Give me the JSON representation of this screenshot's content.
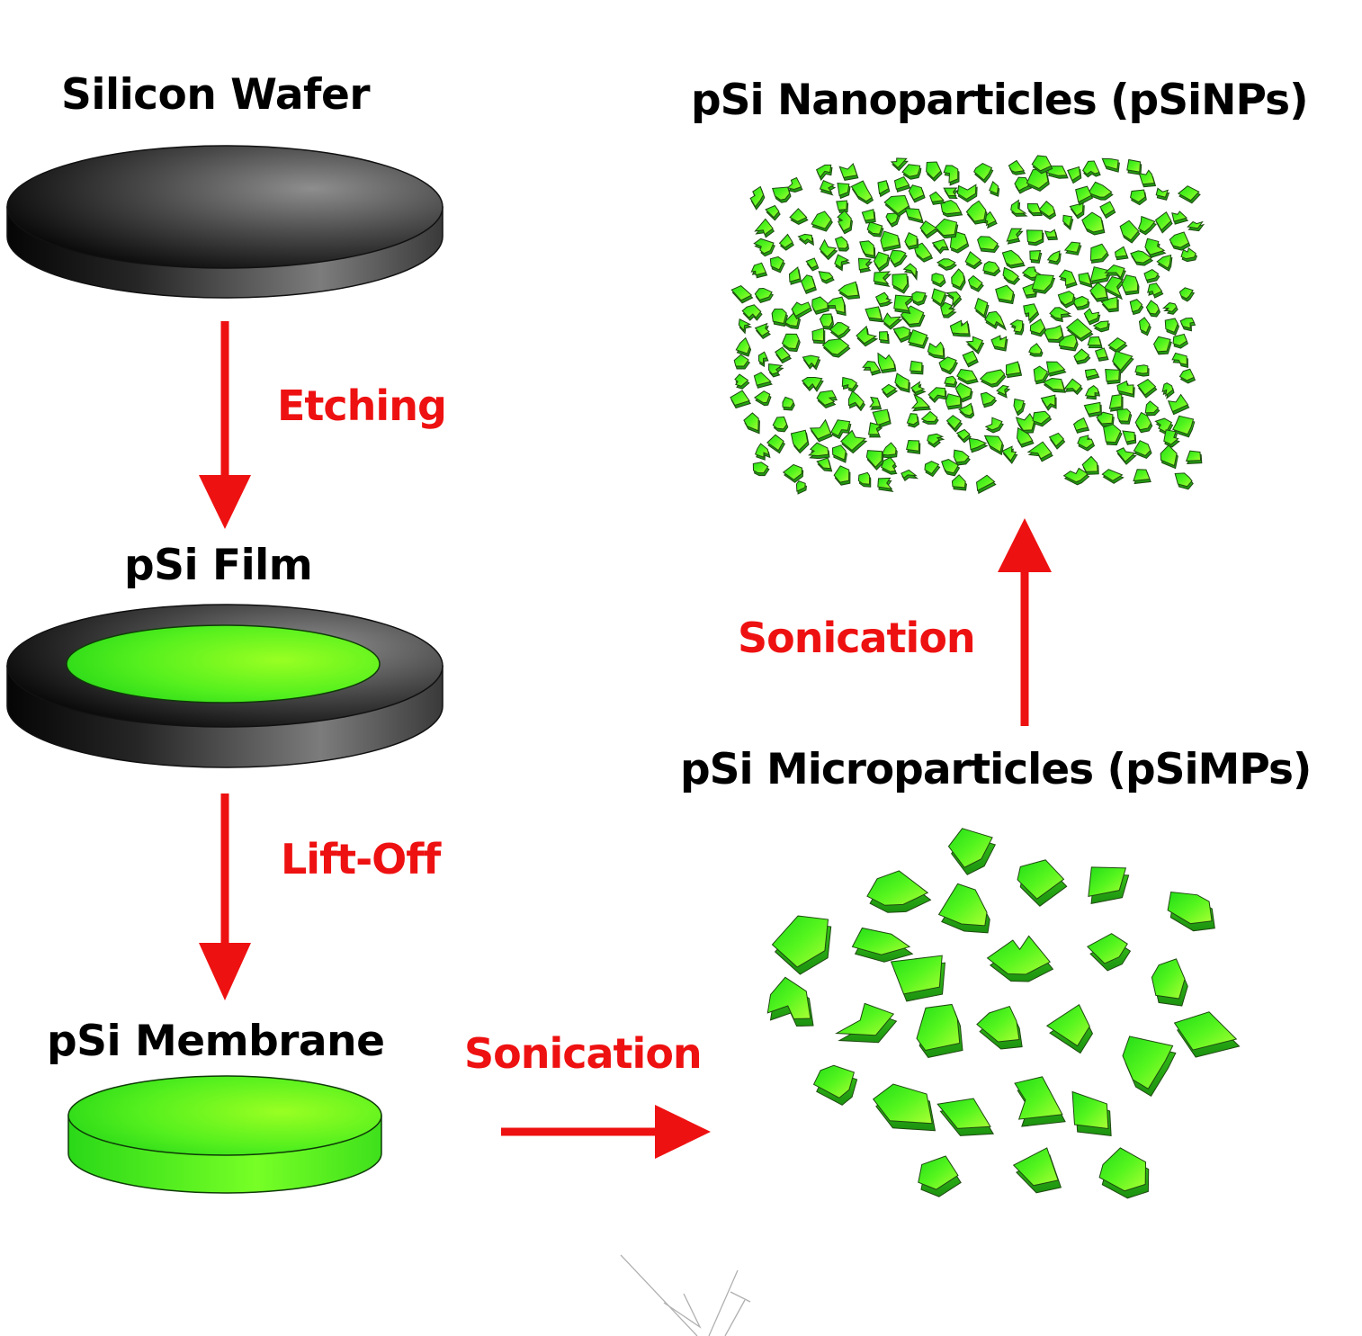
{
  "labels": {
    "silicon_wafer": "Silicon Wafer",
    "psi_film": "pSi Film",
    "psi_membrane": "pSi Membrane",
    "psi_nanoparticles": "pSi Nanoparticles (pSiNPs)",
    "psi_microparticles": "pSi Microparticles (pSiMPs)"
  },
  "steps": {
    "etching": "Etching",
    "lift_off": "Lift-Off",
    "sonication_membrane": "Sonication",
    "sonication_microparticles": "Sonication"
  },
  "colors": {
    "arrow": "#ee1111",
    "step_text": "#ee1111",
    "label_text": "#000000",
    "wafer_dark": "#0d0d0d",
    "wafer_light": "#8a8a8a",
    "porous_green": "#44ee22",
    "porous_green_light": "#99ff33",
    "particle_edge": "#1e4a10"
  }
}
